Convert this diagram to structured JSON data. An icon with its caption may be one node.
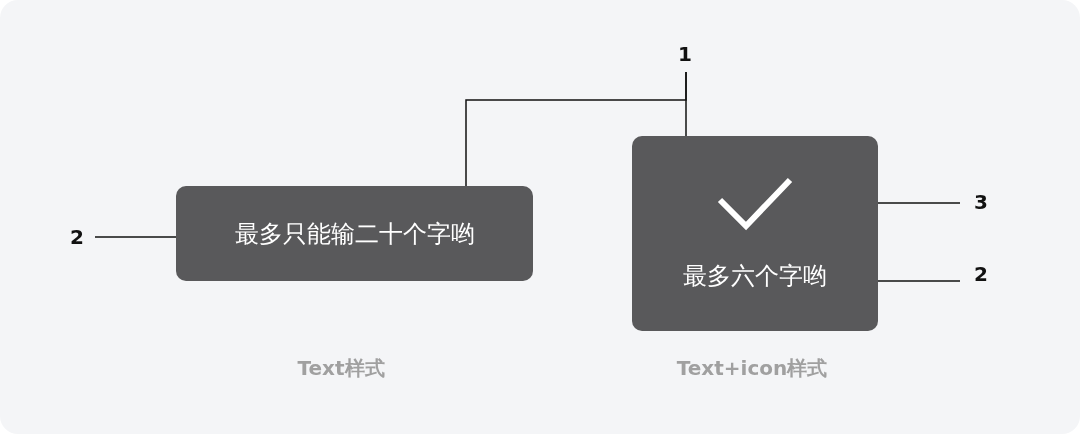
{
  "diagram": {
    "nodes": [
      {
        "text": [
          "1"
        ]
      },
      {
        "text": [
          "最多只能输二十个字哟"
        ],
        "beside": [
          "Text样式"
        ]
      },
      {
        "text": [
          "最多六个字哟"
        ],
        "beside": [
          "Text+icon样式"
        ]
      },
      {
        "text": [
          "2"
        ]
      },
      {
        "text": [
          "3"
        ]
      },
      {
        "text": [
          "2"
        ]
      }
    ],
    "edges": [
      {
        "from": 0,
        "to": 1,
        "arrow": "none"
      },
      {
        "from": 0,
        "to": 2,
        "arrow": "none"
      },
      {
        "from": 3,
        "to": 1,
        "arrow": "none"
      },
      {
        "from": 4,
        "to": 2,
        "arrow": "none"
      },
      {
        "from": 5,
        "to": 2,
        "arrow": "none"
      }
    ]
  }
}
